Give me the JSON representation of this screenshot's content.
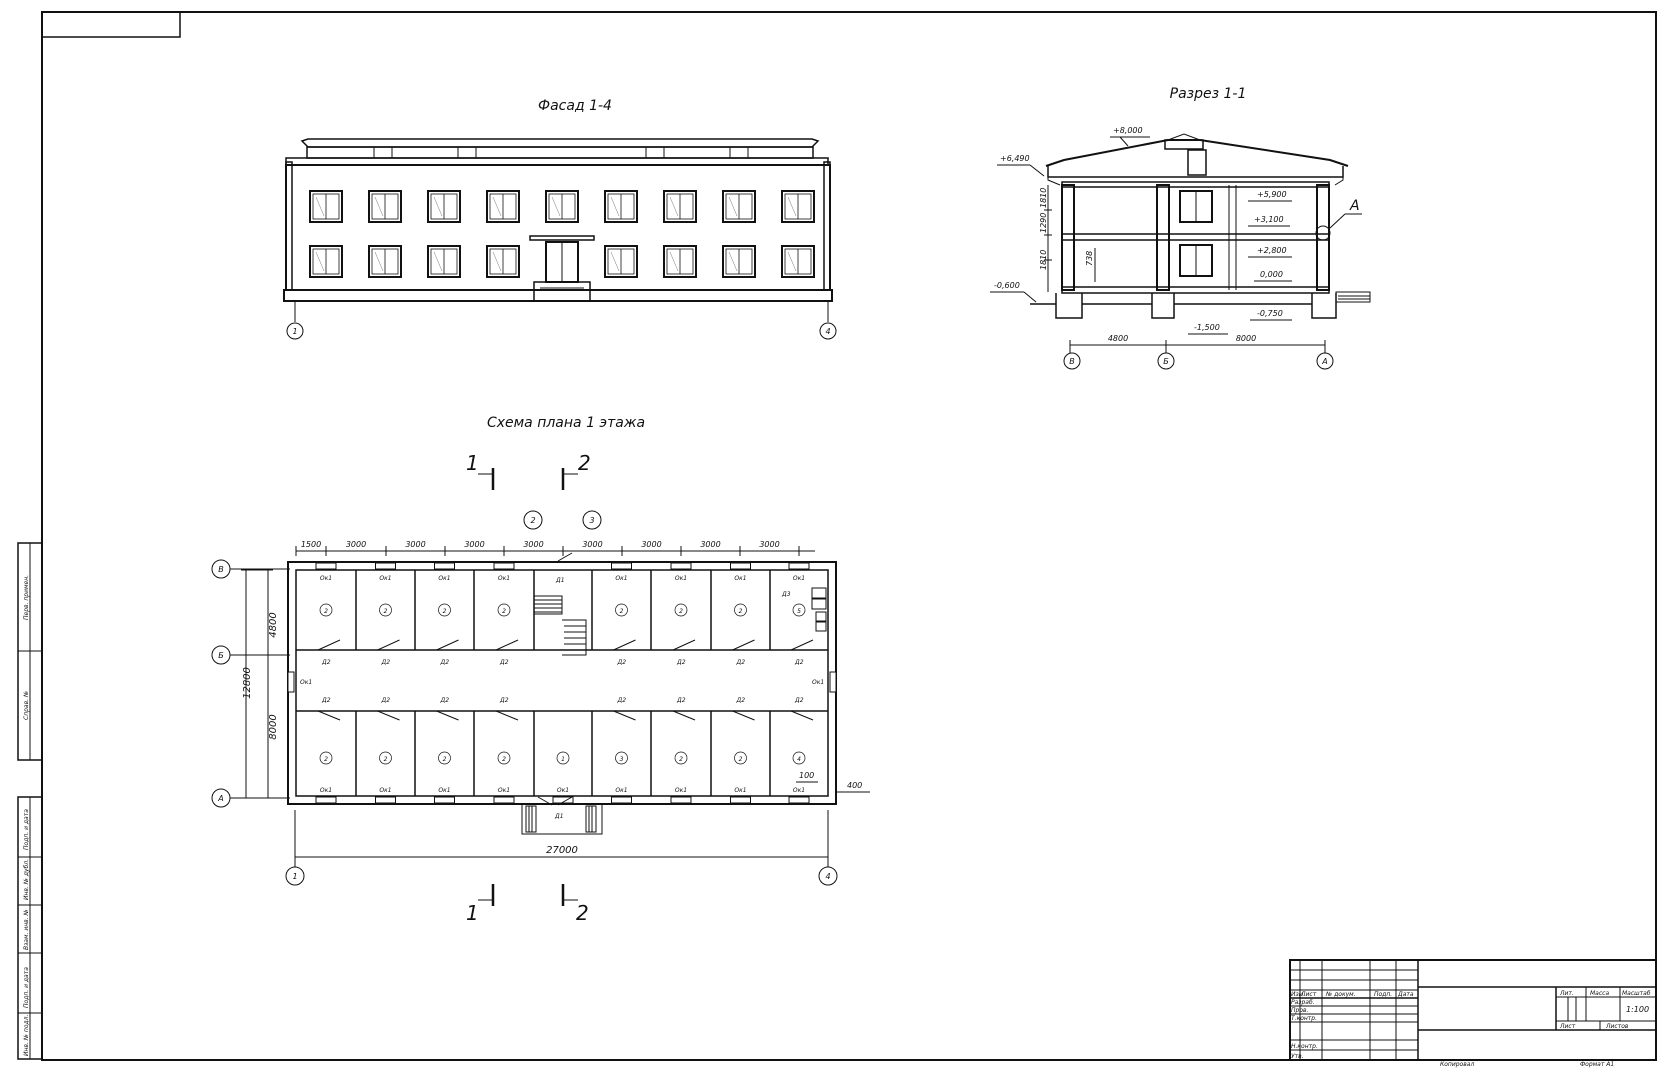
{
  "titles": {
    "facade": "Фасад 1-4",
    "section": "Разрез 1-1",
    "plan": "Схема плана 1 этажа"
  },
  "facade": {
    "axes": [
      "1",
      "4"
    ]
  },
  "section": {
    "levels": [
      "+8,000",
      "+6,490",
      "+5,900",
      "+3,100",
      "+2,800",
      "0,000",
      "-0,600",
      "-0,750",
      "-1,500"
    ],
    "heights": [
      "1810",
      "1290",
      "1810",
      "738"
    ],
    "spans": [
      "4800",
      "8000"
    ],
    "axes": [
      "В",
      "Б",
      "А"
    ],
    "node": "А"
  },
  "plan": {
    "top_dims": [
      "1500",
      "3000",
      "3000",
      "3000",
      "3000",
      "3000",
      "3000",
      "3000",
      "3000"
    ],
    "left_dims": [
      "4800",
      "12800",
      "8000"
    ],
    "total": "27000",
    "extra_dims": [
      "100",
      "400"
    ],
    "row_axes": [
      "В",
      "Б",
      "А"
    ],
    "col_axes": [
      "1",
      "2",
      "3",
      "4"
    ],
    "section_marks": [
      "1",
      "2",
      "1",
      "2"
    ],
    "window_mark": "Ок1",
    "door_marks": [
      "Д1",
      "Д2",
      "Д3"
    ],
    "room_top": [
      "2",
      "2",
      "2",
      "2",
      "2",
      "2",
      "2",
      "5"
    ],
    "room_bottom": [
      "2",
      "2",
      "2",
      "2",
      "1",
      "3",
      "2",
      "2",
      "4"
    ]
  },
  "stamp_side": [
    "Перв. примен.",
    "Справ. №",
    "Подп. и дата",
    "Инв. № дубл.",
    "Взам. инв. №",
    "Подп. и дата",
    "Инв. № подл."
  ],
  "title_block": {
    "cols": [
      "Изм.",
      "Лист",
      "№ докум.",
      "Подп.",
      "Дата"
    ],
    "rows": [
      "Разраб.",
      "Пров.",
      "Т.контр.",
      "Н.контр.",
      "Утв."
    ],
    "lit": "Лит.",
    "mass": "Масса",
    "scale_label": "Масштаб",
    "scale": "1:100",
    "sheet": "Лист",
    "sheets": "Листов",
    "copied": "Копировал",
    "format": "Формат   А1"
  }
}
